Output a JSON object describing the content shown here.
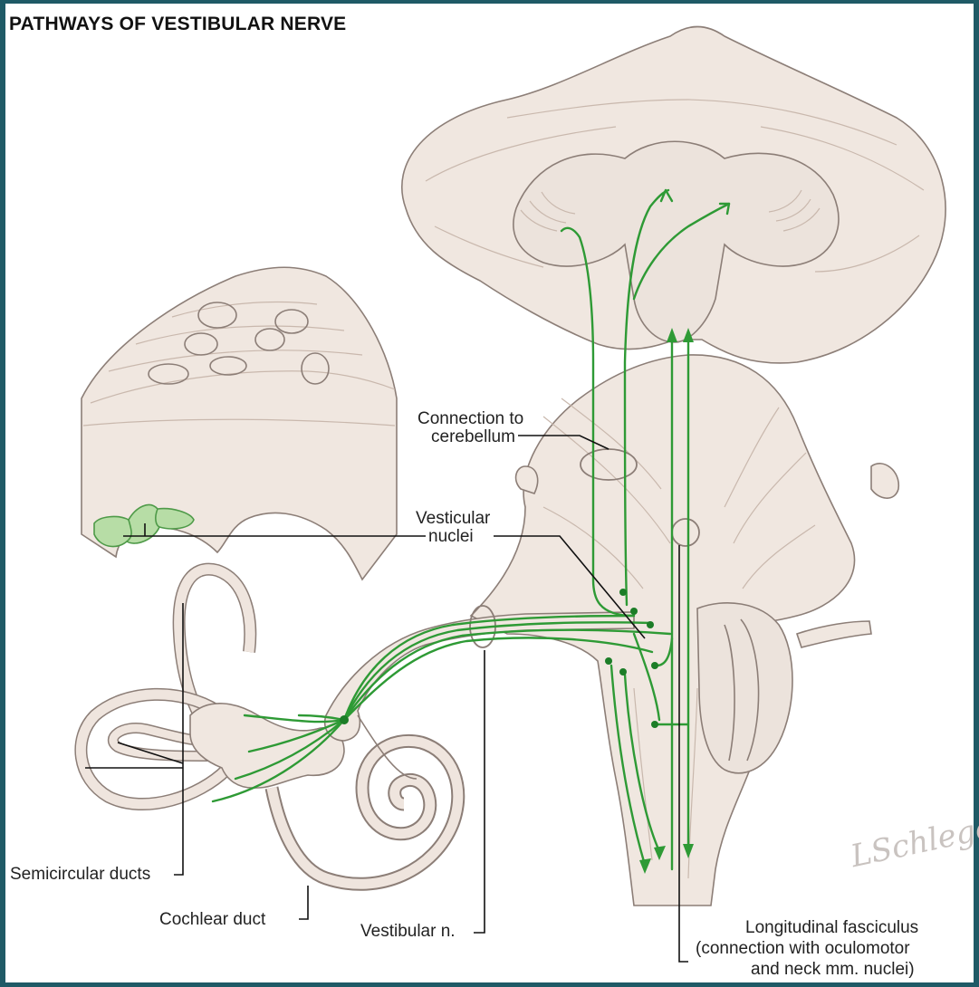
{
  "title": "PATHWAYS OF VESTIBULAR NERVE",
  "labels": {
    "connection_line1": "Connection to",
    "connection_line2": "cerebellum",
    "vesticular_line1": "Vesticular",
    "vesticular_line2": "nuclei",
    "semicircular": "Semicircular ducts",
    "cochlear": "Cochlear duct",
    "vestibular_n": "Vestibular n.",
    "longitudinal_line1": "Longitudinal fasciculus",
    "longitudinal_line2": "(connection with oculomotor",
    "longitudinal_line3": "and neck mm. nuclei)"
  },
  "signature": "LSchlegel.",
  "colors": {
    "frame": "#1f5a66",
    "background": "#ffffff",
    "tissue": "#f0e7e0",
    "pathway_green": "#2e9a35",
    "nuclei_green": "#b7dda6"
  }
}
